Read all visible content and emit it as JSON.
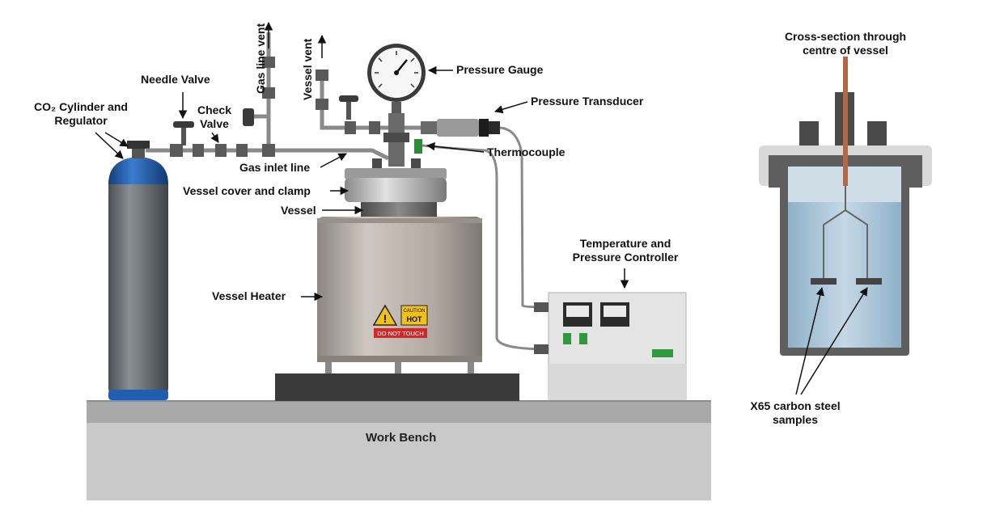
{
  "labels": {
    "co2_cylinder_line1": "CO₂ Cylinder and",
    "co2_cylinder_line2": "Regulator",
    "needle_valve": "Needle Valve",
    "check_valve_line1": "Check",
    "check_valve_line2": "Valve",
    "gas_line_vent": "Gas line vent",
    "vessel_vent": "Vessel vent",
    "pressure_gauge": "Pressure Gauge",
    "pressure_transducer": "Pressure Transducer",
    "thermocouple": "Thermocouple",
    "gas_inlet_line": "Gas inlet line",
    "vessel_cover_clamp": "Vessel cover and clamp",
    "vessel": "Vessel",
    "vessel_heater": "Vessel Heater",
    "controller_line1": "Temperature and",
    "controller_line2": "Pressure Controller",
    "work_bench": "Work Bench",
    "cross_section_line1": "Cross-section through",
    "cross_section_line2": "centre of vessel",
    "samples_line1": "X65 carbon steel",
    "samples_line2": "samples"
  },
  "heater_signs": {
    "caution": "CAUTION",
    "hot": "HOT",
    "do_not_touch": "DO NOT TOUCH"
  },
  "colors": {
    "cylinder_body": "#6f7478",
    "cylinder_cap": "#1f5fae",
    "heater": "#b9afa8",
    "bench_top": "#a9a9a9",
    "bench_front": "#c9c9c9",
    "controller": "#e4e4e4",
    "liquid": "#a9c3d6",
    "vessel_steel": "#6e6e6e",
    "warning_red": "#d62727",
    "warning_yellow": "#f2c21a"
  }
}
